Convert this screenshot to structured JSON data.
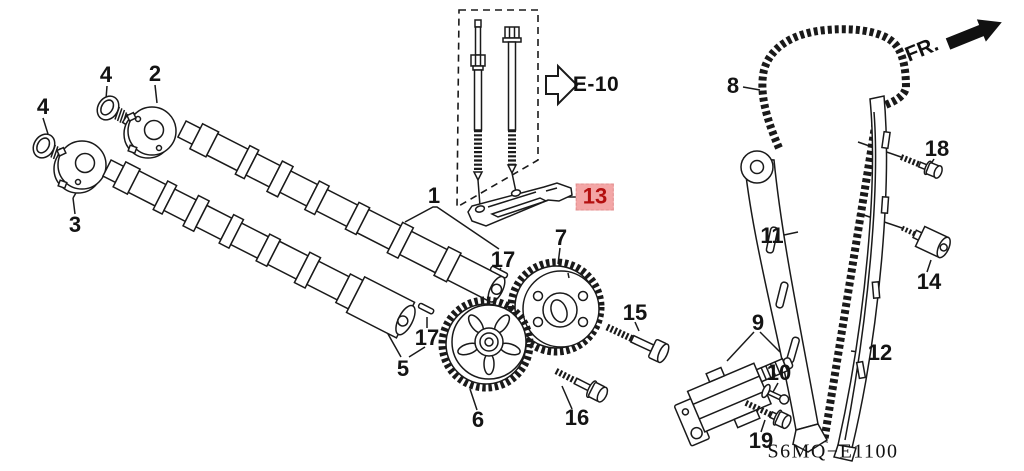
{
  "diagram": {
    "code": "S6MQ−E1100",
    "front_direction_label": "FR.",
    "view_reference": "E-10",
    "highlight": {
      "part": "13",
      "background": "#f3a6a6",
      "text_color": "#b30f0f"
    },
    "line_color": "#1a1a1a",
    "background_color": "#ffffff"
  },
  "callouts": [
    {
      "text": "4"
    },
    {
      "text": "4"
    },
    {
      "text": "2"
    },
    {
      "text": "3"
    },
    {
      "text": "1"
    },
    {
      "text": "17"
    },
    {
      "text": "17"
    },
    {
      "text": "5"
    },
    {
      "text": "6"
    },
    {
      "text": "7"
    },
    {
      "text": "15"
    },
    {
      "text": "16"
    },
    {
      "text": "13",
      "highlighted": true
    },
    {
      "text": "8"
    },
    {
      "text": "11"
    },
    {
      "text": "12"
    },
    {
      "text": "9"
    },
    {
      "text": "10"
    },
    {
      "text": "19"
    },
    {
      "text": "18"
    },
    {
      "text": "14"
    }
  ]
}
